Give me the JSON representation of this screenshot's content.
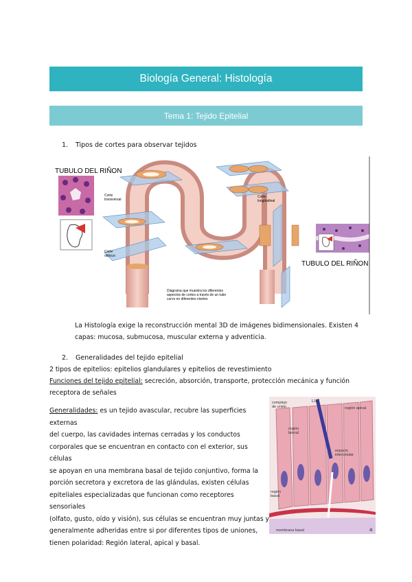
{
  "title": "Biología General: Histología",
  "topic": "Tema 1: Tejido Epitelial",
  "section1": {
    "number": "1.",
    "heading": "Tipos de cortes para observar tejidos"
  },
  "figure1": {
    "label_top_left": "TUBULO DEL RIÑON",
    "label_bottom_right": "TUBULO DEL RIÑON",
    "corte_transversal": [
      "Corte",
      "transversal"
    ],
    "corte_longitudinal": [
      "Corte",
      "longitudinal"
    ],
    "corte_oblicuo": [
      "Corte",
      "oblicuo"
    ],
    "caption": [
      "Diagrama que muestra los diferentes",
      "aspectos de cortes a través de un tubo",
      "curvo en diferentes niveles"
    ]
  },
  "paragraph1": {
    "line1": "La Histología exige la reconstrucción mental 3D de imágenes bidimensionales. Existen 4",
    "line2": "capas: mucosa, submucosa, muscular externa y adventicia."
  },
  "section2": {
    "number": "2.",
    "heading": "Generalidades del tejido epitelial"
  },
  "types_line": "2 tipos de epitelios: epitelios glandulares y epitelios de revestimiento",
  "functions": {
    "label": "Funciones del tejido epitelial:",
    "text": " secreción, absorción, transporte, protección mecánica y función",
    "line2": "receptora de señales"
  },
  "generalidades": {
    "label": "Generalidades:",
    "lines": [
      " es un tejido avascular, recubre las superficies externas",
      "del cuerpo, las cavidades internas cerradas y los conductos",
      "corporales que se encuentran en contacto con el exterior, sus células",
      "se apoyan en una membrana basal de tejido conjuntivo, forma la",
      "porción secretora y excretora de las glándulas, existen células",
      "epiteliales especializadas que funcionan como receptores sensoriales",
      "(olfato, gusto, oído y visión), sus células se encuentran muy juntas y",
      "generalmente adheridas entre si por diferentes tipos de uniones,",
      "tienen polaridad: Región lateral, apical y basal."
    ]
  },
  "figure2": {
    "complejo": [
      "complejo",
      "de unión"
    ],
    "luz": "LUZ",
    "region_apical": "región apical",
    "region_lateral": [
      "región",
      "lateral"
    ],
    "espacio": [
      "espacio",
      "intercelular"
    ],
    "region_basal": [
      "región",
      "basal"
    ],
    "membrana": "membrana basal",
    "panel": "a"
  },
  "colors": {
    "title_bg": "#2fb3c0",
    "topic_bg": "#7ccbd2"
  }
}
